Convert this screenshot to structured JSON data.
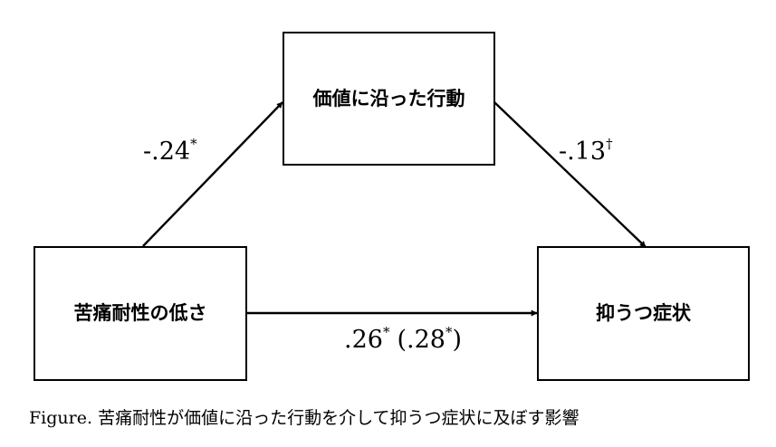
{
  "diagram": {
    "nodes": {
      "mediator": "価値に沿った行動",
      "predictor": "苦痛耐性の低さ",
      "outcome": "抑うつ症状"
    },
    "paths": {
      "a": {
        "value": "-.24",
        "mark": "*"
      },
      "b": {
        "value": "-.13",
        "mark": "†"
      },
      "c": {
        "value": ".26",
        "mark": "*",
        "total_value": "(.28",
        "total_mark": "*",
        "close": ")"
      }
    }
  },
  "caption": {
    "label": "Figure.",
    "text": "苦痛耐性が価値に沿った行動を介して抑うつ症状に及ぼす影響"
  }
}
